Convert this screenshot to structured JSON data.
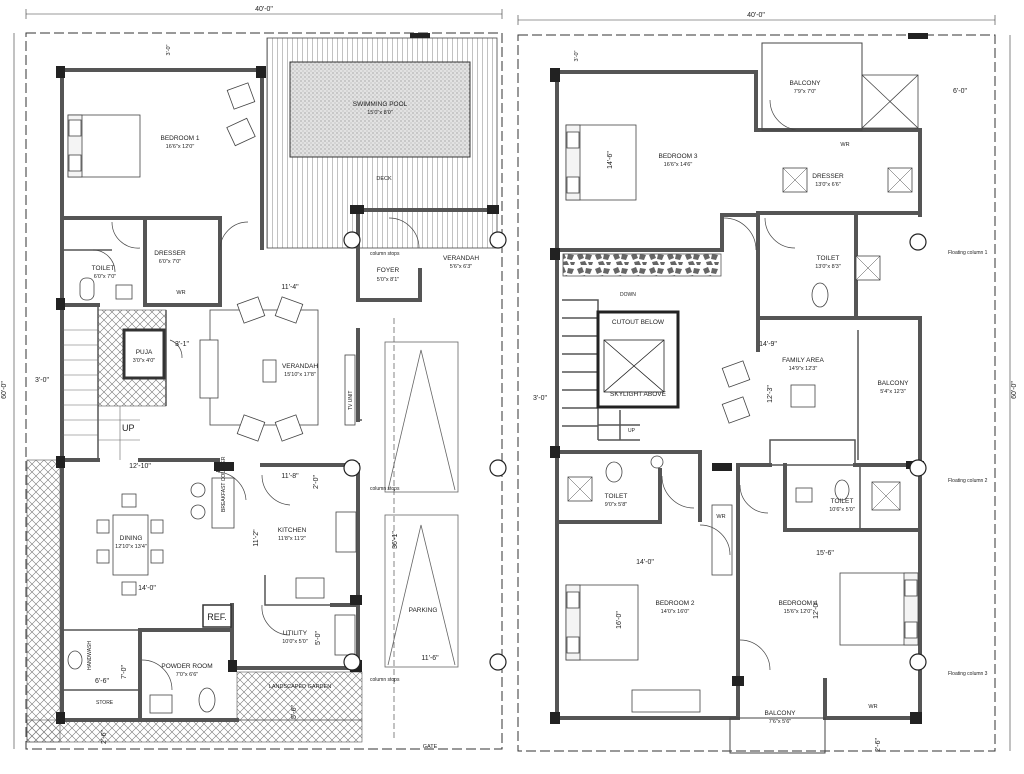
{
  "ground_floor": {
    "width_dim": "40'-0\"",
    "depth_dim": "60'-0\"",
    "rooms": {
      "bedroom1": {
        "name": "BEDROOM 1",
        "size": "16'6\"x 12'0\""
      },
      "pool": {
        "name": "SWIMMING POOL",
        "size": "15'0\"x 8'0\""
      },
      "deck": "DECK",
      "dresser": {
        "name": "DRESSER",
        "size": "6'0\"x 7'0\""
      },
      "toilet": {
        "name": "TOILET",
        "size": "6'0\"x 7'0\""
      },
      "foyer": {
        "name": "FOYER",
        "size": "5'0\"x 8'1\""
      },
      "verandah_front": {
        "name": "VERANDAH",
        "size": "5'6\"x 6'3\""
      },
      "puja": {
        "name": "PUJA",
        "size": "3'0\"x 4'0\""
      },
      "verandah": {
        "name": "VERANDAH",
        "size": "15'10\"x 17'8\""
      },
      "dining": {
        "name": "DINING",
        "size": "12'10\"x 13'4\""
      },
      "kitchen": {
        "name": "KITCHEN",
        "size": "11'8\"x 11'2\""
      },
      "utility": {
        "name": "UTILITY",
        "size": "10'0\"x 5'0\""
      },
      "powder": {
        "name": "POWDER ROOM",
        "size": "7'0\"x 6'6\""
      },
      "parking": "PARKING",
      "landscape": "LANDSCAPED GARDEN"
    },
    "labels": {
      "wr": "WR",
      "up": "UP",
      "ref": "REF.",
      "store": "STORE",
      "gate": "GATE",
      "column_stops": "column stops",
      "breakfast": "BREAKFAST COUNTER",
      "tv": "TV UNIT",
      "handwash": "HANDWASH"
    },
    "dims": {
      "d_3_0_top": "3'-0\"",
      "d_11_4": "11'-4\"",
      "d_3_1": "3'-1\"",
      "d_3_0_left": "3'-0\"",
      "d_12_10": "12'-10\"",
      "d_11_8": "11'-8\"",
      "d_2_0": "2'-0\"",
      "d_11_2": "11'-2\"",
      "d_36_1": "36'-1\"",
      "d_14_0": "14'-0\"",
      "d_7_0": "7'-0\"",
      "d_6_6": "6'-6\"",
      "d_5_0": "5'-0\"",
      "d_11_6": "11'-6\"",
      "d_5_6": "5'-6\"",
      "d_2_6": "2'-6\""
    }
  },
  "first_floor": {
    "width_dim": "40'-0\"",
    "depth_dim": "60'-0\"",
    "rooms": {
      "balcony_top": {
        "name": "BALCONY",
        "size": "7'9\"x 7'0\""
      },
      "bedroom3": {
        "name": "BEDROOM 3",
        "size": "16'6\"x 14'6\""
      },
      "dresser": {
        "name": "DRESSER",
        "size": "13'0\"x 6'6\""
      },
      "toilet1": {
        "name": "TOILET",
        "size": "13'0\"x 8'3\""
      },
      "cutout": {
        "name": "CUTOUT BELOW",
        "sub": "SKYLIGHT ABOVE"
      },
      "family": {
        "name": "FAMILY AREA",
        "size": "14'9\"x 12'3\""
      },
      "balcony_right": {
        "name": "BALCONY",
        "size": "5'4\"x 12'3\""
      },
      "toilet2": {
        "name": "TOILET",
        "size": "9'0\"x 5'8\""
      },
      "toilet3": {
        "name": "TOILET",
        "size": "10'6\"x 5'0\""
      },
      "bedroom2": {
        "name": "BEDROOM 2",
        "size": "14'0\"x 16'0\""
      },
      "bedroom4": {
        "name": "BEDROOM 4",
        "size": "15'6\"x 12'0\""
      },
      "balcony_bottom": {
        "name": "BALCONY",
        "size": "7'6\"x 5'6\""
      }
    },
    "labels": {
      "wr": "WR",
      "up": "UP",
      "down": "DOWN",
      "floating1": "Floating column 1",
      "floating2": "Floating column 2",
      "floating3": "Floating column 3"
    },
    "dims": {
      "d_3_0_top": "3'-0\"",
      "d_6_0": "6'-0\"",
      "d_14_6": "14'-6\"",
      "d_14_9": "14'-9\"",
      "d_3_0_left": "3'-0\"",
      "d_12_3": "12'-3\"",
      "d_14_0": "14'-0\"",
      "d_15_6": "15'-6\"",
      "d_16_0": "16'-0\"",
      "d_12_0": "12'-0\"",
      "d_2_6": "2'-6\""
    }
  }
}
